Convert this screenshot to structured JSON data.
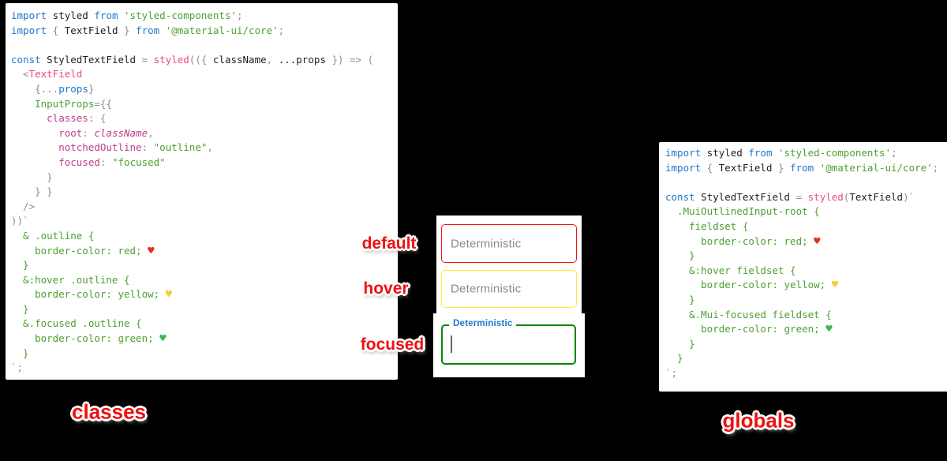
{
  "background_color": "#000000",
  "captions": {
    "left": "classes",
    "right": "globals"
  },
  "preview": {
    "annotations": [
      {
        "text": "default"
      },
      {
        "text": "hover"
      },
      {
        "text": "focused"
      }
    ],
    "placeholder_color": "#8a8a8a",
    "fields": [
      {
        "state": "default",
        "placeholder": "Deterministic",
        "border_color": "#fb120b"
      },
      {
        "state": "hover",
        "placeholder": "Deterministic",
        "border_color": "#ffeb3b"
      },
      {
        "state": "focused",
        "floating_label": "Deterministic",
        "border_color": "#0a850a",
        "label_color": "#1e75d2",
        "cursor": true
      }
    ]
  },
  "syntax_colors": {
    "keyword": "#2077c8",
    "string": "#4da032",
    "function": "#ee4980",
    "property": "#bf3c8b",
    "punctuation": "#8e8e8e",
    "plain": "#1f1f1f",
    "heart_red": "#e82c21",
    "heart_yellow": "#f8c938",
    "heart_green": "#43b649"
  },
  "left_code": {
    "lines": [
      [
        {
          "c": "kw",
          "t": "import"
        },
        {
          "c": "pl",
          "t": " styled "
        },
        {
          "c": "kw",
          "t": "from"
        },
        {
          "c": "st",
          "t": " 'styled-components'"
        },
        {
          "c": "pu",
          "t": ";"
        }
      ],
      [
        {
          "c": "kw",
          "t": "import"
        },
        {
          "c": "pu",
          "t": " { "
        },
        {
          "c": "pl",
          "t": "TextField"
        },
        {
          "c": "pu",
          "t": " } "
        },
        {
          "c": "kw",
          "t": "from"
        },
        {
          "c": "st",
          "t": " '@material-ui/core'"
        },
        {
          "c": "pu",
          "t": ";"
        }
      ],
      [],
      [
        {
          "c": "kw",
          "t": "const"
        },
        {
          "c": "pl",
          "t": " StyledTextField "
        },
        {
          "c": "pu",
          "t": "= "
        },
        {
          "c": "fn",
          "t": "styled"
        },
        {
          "c": "pu",
          "t": "(({ "
        },
        {
          "c": "pl",
          "t": "className"
        },
        {
          "c": "pu",
          "t": ", "
        },
        {
          "c": "pl",
          "t": "...props"
        },
        {
          "c": "pu",
          "t": " }) => ("
        }
      ],
      [
        {
          "c": "pu",
          "t": "  <"
        },
        {
          "c": "tag",
          "t": "TextField"
        }
      ],
      [
        {
          "c": "pu",
          "t": "    {..."
        },
        {
          "c": "bl",
          "t": "props"
        },
        {
          "c": "pu",
          "t": "}"
        }
      ],
      [
        {
          "c": "at",
          "t": "    InputProps"
        },
        {
          "c": "pu",
          "t": "={{"
        }
      ],
      [
        {
          "c": "pr",
          "t": "      classes"
        },
        {
          "c": "pu",
          "t": ": {"
        }
      ],
      [
        {
          "c": "pr",
          "t": "        root"
        },
        {
          "c": "pu",
          "t": ": "
        },
        {
          "c": "pri",
          "t": "className"
        },
        {
          "c": "pu",
          "t": ","
        }
      ],
      [
        {
          "c": "pr",
          "t": "        notchedOutline"
        },
        {
          "c": "pu",
          "t": ": "
        },
        {
          "c": "st",
          "t": "\"outline\""
        },
        {
          "c": "pu",
          "t": ","
        }
      ],
      [
        {
          "c": "pr",
          "t": "        focused"
        },
        {
          "c": "pu",
          "t": ": "
        },
        {
          "c": "st",
          "t": "\"focused\""
        }
      ],
      [
        {
          "c": "pu",
          "t": "      }"
        }
      ],
      [
        {
          "c": "pu",
          "t": "    } }"
        }
      ],
      [
        {
          "c": "pu",
          "t": "  />"
        }
      ],
      [
        {
          "c": "pu",
          "t": "))`"
        }
      ],
      [
        {
          "c": "st",
          "t": "  & .outline {"
        }
      ],
      [
        {
          "c": "st",
          "t": "    border-color: red; "
        },
        {
          "c": "hr",
          "t": "♥"
        }
      ],
      [
        {
          "c": "st",
          "t": "  }"
        }
      ],
      [
        {
          "c": "st",
          "t": "  &:hover .outline {"
        }
      ],
      [
        {
          "c": "st",
          "t": "    border-color: yellow; "
        },
        {
          "c": "hy",
          "t": "♥"
        }
      ],
      [
        {
          "c": "st",
          "t": "  }"
        }
      ],
      [
        {
          "c": "st",
          "t": "  &.focused .outline {"
        }
      ],
      [
        {
          "c": "st",
          "t": "    border-color: green; "
        },
        {
          "c": "hg",
          "t": "♥"
        }
      ],
      [
        {
          "c": "st",
          "t": "  }"
        }
      ],
      [
        {
          "c": "pu",
          "t": "`;"
        }
      ]
    ]
  },
  "right_code": {
    "lines": [
      [
        {
          "c": "kw",
          "t": "import"
        },
        {
          "c": "pl",
          "t": " styled "
        },
        {
          "c": "kw",
          "t": "from"
        },
        {
          "c": "st",
          "t": " 'styled-components'"
        },
        {
          "c": "pu",
          "t": ";"
        }
      ],
      [
        {
          "c": "kw",
          "t": "import"
        },
        {
          "c": "pu",
          "t": " { "
        },
        {
          "c": "pl",
          "t": "TextField"
        },
        {
          "c": "pu",
          "t": " } "
        },
        {
          "c": "kw",
          "t": "from"
        },
        {
          "c": "st",
          "t": " '@material-ui/core'"
        },
        {
          "c": "pu",
          "t": ";"
        }
      ],
      [],
      [
        {
          "c": "kw",
          "t": "const"
        },
        {
          "c": "pl",
          "t": " StyledTextField "
        },
        {
          "c": "pu",
          "t": "= "
        },
        {
          "c": "fn",
          "t": "styled"
        },
        {
          "c": "pu",
          "t": "("
        },
        {
          "c": "pl",
          "t": "TextField"
        },
        {
          "c": "pu",
          "t": ")`"
        }
      ],
      [
        {
          "c": "st",
          "t": "  .MuiOutlinedInput-root {"
        }
      ],
      [
        {
          "c": "st",
          "t": "    fieldset {"
        }
      ],
      [
        {
          "c": "st",
          "t": "      border-color: red; "
        },
        {
          "c": "hr",
          "t": "♥"
        }
      ],
      [
        {
          "c": "st",
          "t": "    }"
        }
      ],
      [
        {
          "c": "st",
          "t": "    &:hover fieldset {"
        }
      ],
      [
        {
          "c": "st",
          "t": "      border-color: yellow; "
        },
        {
          "c": "hy",
          "t": "♥"
        }
      ],
      [
        {
          "c": "st",
          "t": "    }"
        }
      ],
      [
        {
          "c": "st",
          "t": "    &.Mui-focused fieldset {"
        }
      ],
      [
        {
          "c": "st",
          "t": "      border-color: green; "
        },
        {
          "c": "hg",
          "t": "♥"
        }
      ],
      [
        {
          "c": "st",
          "t": "    }"
        }
      ],
      [
        {
          "c": "st",
          "t": "  }"
        }
      ],
      [
        {
          "c": "pu",
          "t": "`;"
        }
      ]
    ]
  }
}
